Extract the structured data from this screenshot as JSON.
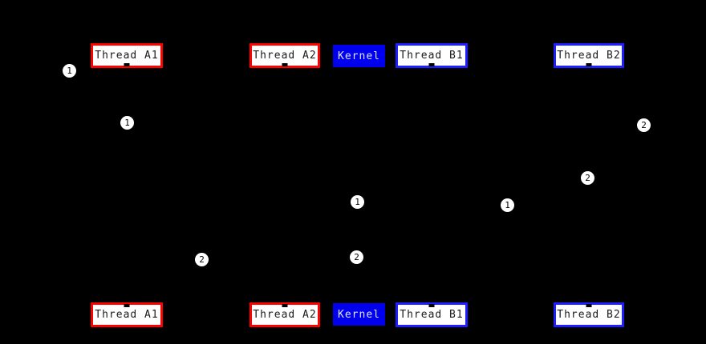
{
  "colors": {
    "background": "#000000",
    "red": "#ff0000",
    "blue": "#1e1eff",
    "kernel_fill": "#0000ee",
    "kernel_text": "#dce4ff",
    "box_fill": "#ffffff",
    "box_text": "#1a1a1a",
    "marker_fill": "#ffffff",
    "marker_text": "#000000"
  },
  "actors": [
    {
      "id": "thread_a1",
      "label": "Thread A1",
      "style": "red"
    },
    {
      "id": "thread_a2",
      "label": "Thread A2",
      "style": "red"
    },
    {
      "id": "kernel",
      "label": "Kernel",
      "style": "kernel"
    },
    {
      "id": "thread_b1",
      "label": "Thread B1",
      "style": "blue"
    },
    {
      "id": "thread_b2",
      "label": "Thread B2",
      "style": "blue"
    }
  ],
  "markers": [
    {
      "label": "1"
    },
    {
      "label": "1"
    },
    {
      "label": "2"
    },
    {
      "label": "2"
    },
    {
      "label": "1"
    },
    {
      "label": "1"
    },
    {
      "label": "2"
    },
    {
      "label": "2"
    }
  ]
}
